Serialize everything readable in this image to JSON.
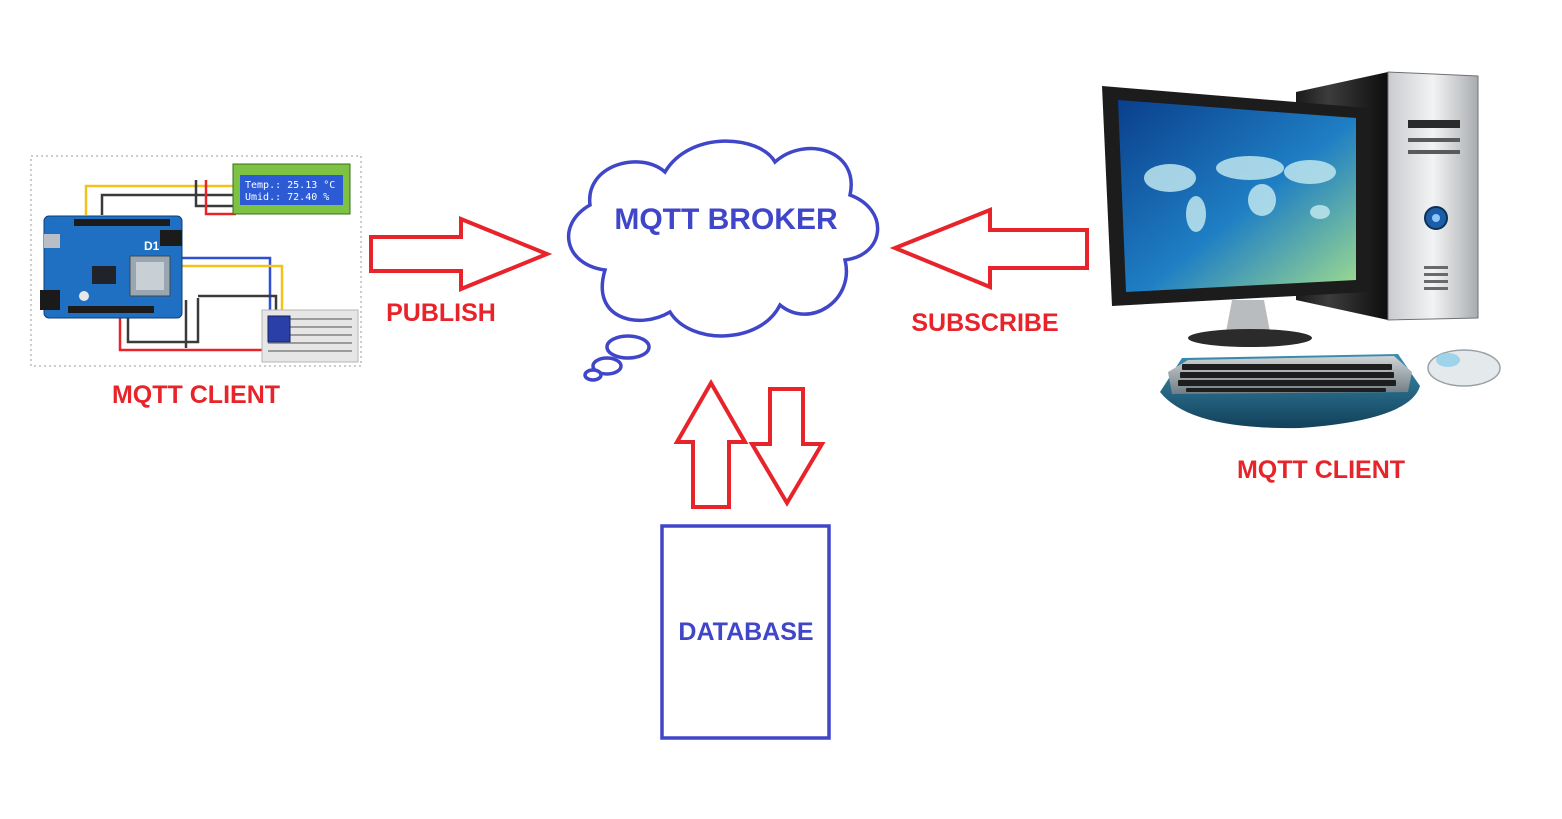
{
  "labels": {
    "client_left": "MQTT CLIENT",
    "client_right": "MQTT CLIENT",
    "broker": "MQTT BROKER",
    "publish": "PUBLISH",
    "subscribe": "SUBSCRIBE",
    "database": "DATABASE"
  },
  "lcd": {
    "line1": "Temp.: 25.13 °C",
    "line2": "Umid.: 72.40 %"
  },
  "board": {
    "label": "D1"
  },
  "colors": {
    "red": "#e8242b",
    "blue": "#4046c8",
    "board_blue": "#1f6fc2",
    "lcd_green": "#7dc242",
    "lcd_screen": "#2d5bd6"
  }
}
